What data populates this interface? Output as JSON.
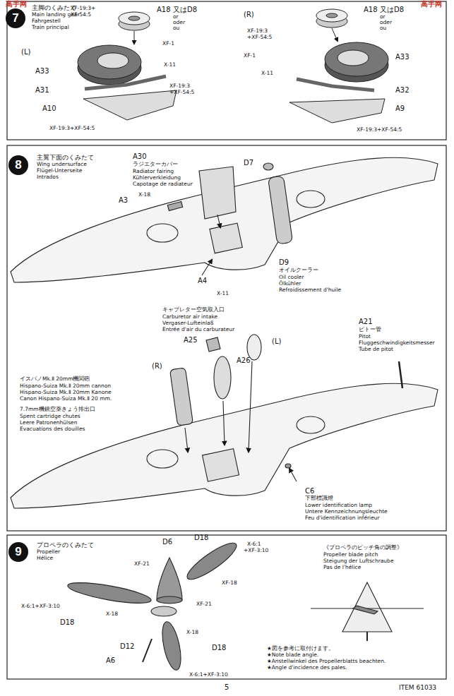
{
  "diagram": {
    "nodes": [
      {
        "text": [
          "7"
        ]
      },
      {
        "text": [
          "8"
        ]
      },
      {
        "text": [
          "9"
        ]
      }
    ],
    "labels": [
      "高手网",
      "高手网",
      "主脚のくみたて",
      "Main landing gear",
      "Fahrgestell",
      "Train principal",
      "XF-19:3+",
      "XF-54:5",
      "A18",
      "又はD8",
      "or",
      "oder",
      "ou",
      "(L)",
      "XF-1",
      "A33",
      "X-11",
      "A31",
      "XF-19:3",
      "+XF-54:5",
      "A10",
      "XF-19:3+XF-54:5",
      "(R)",
      "XF-19:3",
      "+XF-54:5",
      "A18",
      "又はD8",
      "or",
      "oder",
      "ou",
      "XF-1",
      "A33",
      "X-11",
      "A32",
      "A9",
      "XF-19:3+XF-54:5",
      "主翼下面のくみたて",
      "Wing undersurface",
      "Flügel-Unterseite",
      "Intrados",
      "A30",
      "ラジエターカバー",
      "Radiator fairing",
      "Kühlerverkleidung",
      "Capotage de radiateur",
      "A3",
      "X-18",
      "D7",
      "D9",
      "オイルクーラー",
      "Oil cooler",
      "Ölkühler",
      "Refroidissement d'huile",
      "A4",
      "X-11",
      "キャブレター空気取入口",
      "Carburetor air intake",
      "Vergaser-Lufteinlaß",
      "Entrée d'air du carburateur",
      "A25",
      "A26",
      "(L)",
      "(R)",
      "A21",
      "ピトー管",
      "Pitot",
      "Fluggeschwindigkeitsmesser",
      "Tube de pitot",
      "イスパノMk.Ⅱ 20mm機関砲",
      "Hispano-Suiza Mk.Ⅱ 20mm cannon",
      "Hispano-Suiza Mk.Ⅱ 20mm Kanone",
      "Canon Hispano-Suiza Mk.Ⅱ 20 mm.",
      "7.7mm機銃空薬きょう排出口",
      "Spent cartridge chutes",
      "Leere Patronenhülsen",
      "Evacuations des douilles",
      "C6",
      "下部標識燈",
      "Lower identification lamp",
      "Untere Kennzeichnungsleuchte",
      "Feu d'identification inférieur",
      "プロペラのくみたて",
      "Propeller",
      "Hélice",
      "D6",
      "D18",
      "X-6:1",
      "+XF-3:10",
      "XF-21",
      "XF-18",
      "X-6:1+XF-3:10",
      "D18",
      "X-18",
      "XF-21",
      "D12",
      "X-18",
      "A6",
      "D18",
      "X-6:1+XF-3:10",
      "《プロペラのピッチ角の調整》",
      "Propeller blade pitch",
      "Steigung der Luftschraube",
      "Pas de l'hélice",
      "★図を参考に取付けます。",
      "★Note blade angle.",
      "★Anstellwinkel des Propellerblatts beachten.",
      "★Angle d'incidence des pales.",
      "5",
      "ITEM 61033"
    ]
  }
}
